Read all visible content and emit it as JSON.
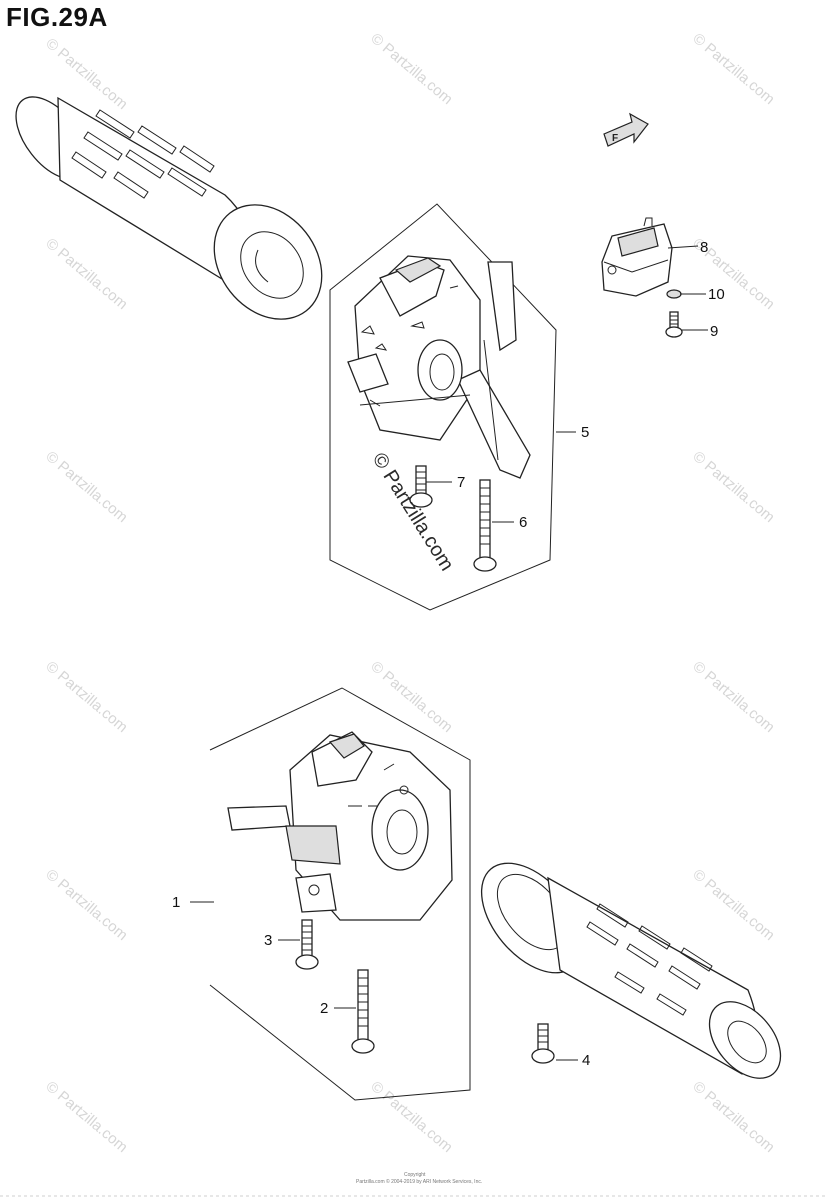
{
  "figure": {
    "title": "FIG.29A"
  },
  "callouts": {
    "c1": "1",
    "c2": "2",
    "c3": "3",
    "c4": "4",
    "c5": "5",
    "c6": "6",
    "c7": "7",
    "c8": "8",
    "c9": "9",
    "c10": "10"
  },
  "watermark": {
    "text": "© Partzilla.com",
    "center_text": "© Partzilla.com"
  },
  "copyright": {
    "line1": "Copyright",
    "line2": "Partzilla.com © 2004-2019 by ARI Network Services, Inc."
  },
  "direction_arrow_label": "F"
}
